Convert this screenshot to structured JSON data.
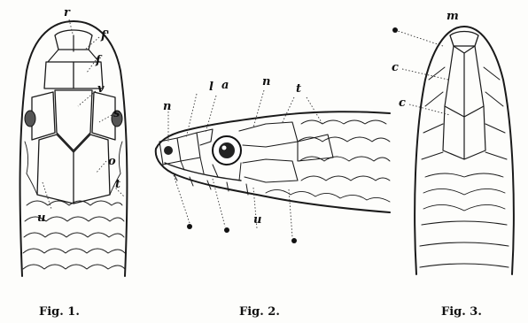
{
  "figures": [
    {
      "caption": "Fig. 1.",
      "labels": [
        "r",
        "f'",
        "f",
        "v",
        "s",
        "o",
        "t",
        "u"
      ]
    },
    {
      "caption": "Fig. 2.",
      "labels": [
        "n",
        "l",
        "a",
        "n",
        "t",
        "u"
      ]
    },
    {
      "caption": "Fig. 3.",
      "labels": [
        "m",
        "c",
        "c"
      ]
    }
  ]
}
